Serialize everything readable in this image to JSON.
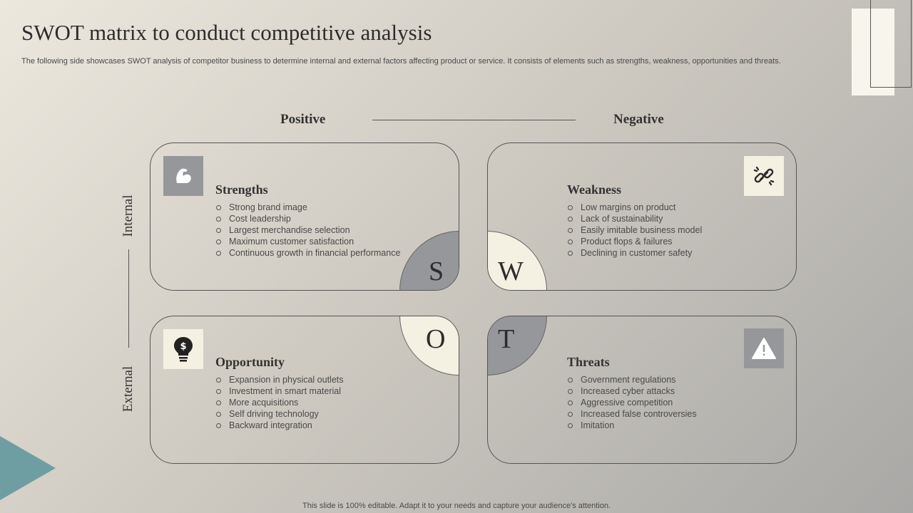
{
  "title": "SWOT matrix to conduct competitive analysis",
  "subtitle": "The following side showcases SWOT analysis of competitor business to determine internal and external factors affecting product or service. It consists of elements such as strengths, weakness, opportunities and threats.",
  "columns": {
    "positive": "Positive",
    "negative": "Negative"
  },
  "rows": {
    "internal": "Internal",
    "external": "External"
  },
  "quadrants": {
    "strengths": {
      "letter": "S",
      "title": "Strengths",
      "icon": "muscle-arm-icon",
      "items": [
        "Strong brand image",
        "Cost leadership",
        "Largest merchandise selection",
        "Maximum customer satisfaction",
        "Continuous growth in financial performance"
      ]
    },
    "weakness": {
      "letter": "W",
      "title": "Weakness",
      "icon": "broken-link-icon",
      "items": [
        "Low margins on product",
        "Lack of sustainability",
        "Easily imitable business model",
        "Product flops & failures",
        "Declining in customer safety"
      ]
    },
    "opportunity": {
      "letter": "O",
      "title": "Opportunity",
      "icon": "lightbulb-dollar-icon",
      "items": [
        "Expansion in physical outlets",
        "Investment in smart material",
        "More acquisitions",
        "Self driving technology",
        "Backward integration"
      ]
    },
    "threats": {
      "letter": "T",
      "title": "Threats",
      "icon": "warning-icon",
      "items": [
        "Government  regulations",
        "Increased cyber attacks",
        "Aggressive competition",
        "Increased false controversies",
        "Imitation"
      ]
    }
  },
  "colors": {
    "gray": "#96979a",
    "cream": "#f4f0e2",
    "teal": "#6f9ea2"
  },
  "footer": "This slide is 100% editable. Adapt it to your needs and capture your audience's attention."
}
